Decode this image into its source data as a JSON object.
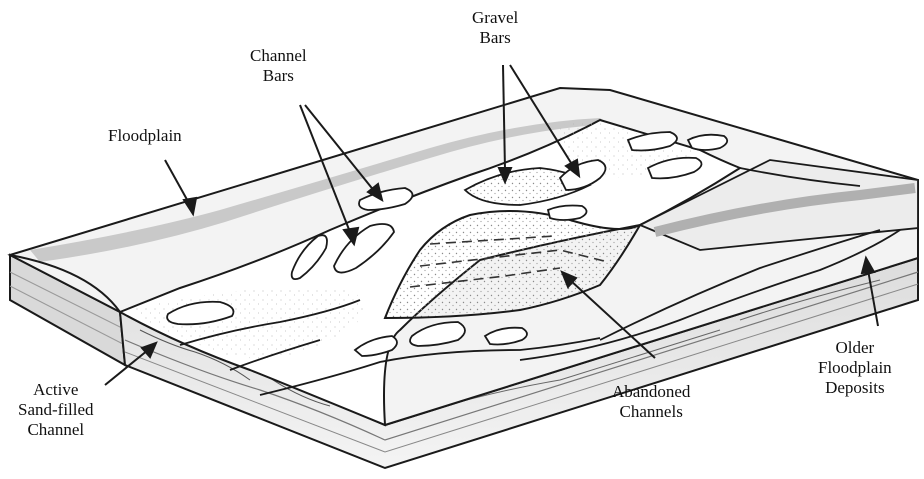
{
  "labels": {
    "floodplain": "Floodplain",
    "channel_bars_1": "Channel",
    "channel_bars_2": "Bars",
    "gravel_bars_1": "Gravel",
    "gravel_bars_2": "Bars",
    "active_1": "Active",
    "active_2": "Sand-filled",
    "active_3": "Channel",
    "abandoned_1": "Abandoned",
    "abandoned_2": "Channels",
    "older_1": "Older",
    "older_2": "Floodplain",
    "older_3": "Deposits"
  },
  "colors": {
    "ink": "#1a1a1a",
    "floodplain": "#f2f2f2",
    "levee_shade": "#b5b5b5",
    "channel": "#ffffff",
    "block_side": "#e6e6e6",
    "stipple": "#8a8a8a"
  }
}
